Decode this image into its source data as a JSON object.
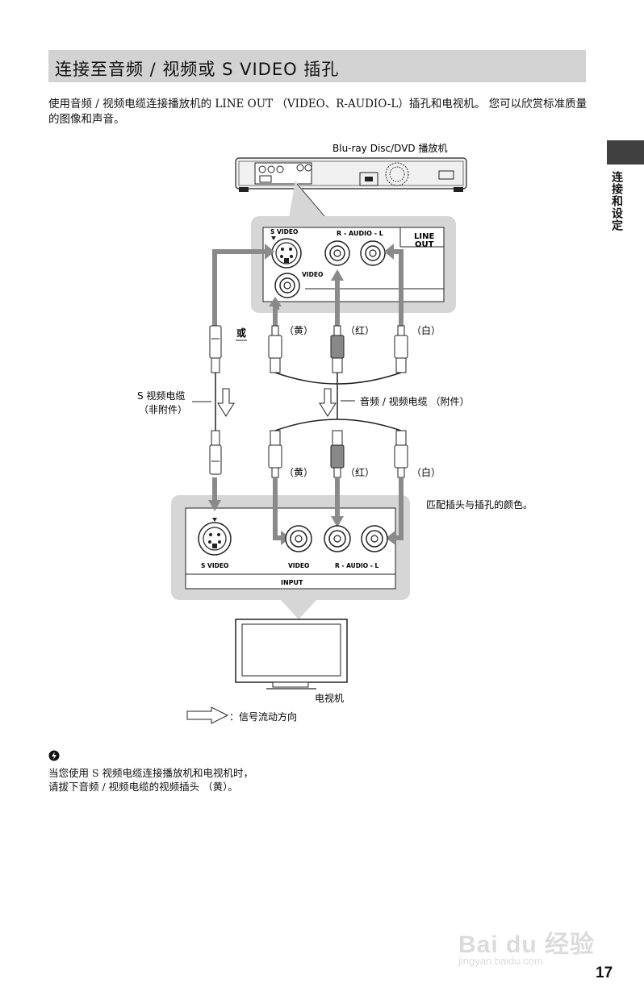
{
  "header": {
    "title": "连接至音频 / 视频或 S VIDEO 插孔"
  },
  "intro": {
    "text": "使用音频 / 视频电缆连接播放机的 LINE OUT （VIDEO、R-AUDIO-L）插孔和电视机。 您可以欣赏标准质量的图像和声音。"
  },
  "side_tab": {
    "label": "连接和设定"
  },
  "diagram": {
    "player_label": "Blu-ray Disc/DVD 播放机",
    "line_out_label_1": "LINE",
    "line_out_label_2": "OUT",
    "s_video_label": "S VIDEO",
    "audio_label": "R - AUDIO - L",
    "video_label": "VIDEO",
    "or_label": "或",
    "yellow": "（黄）",
    "red": "（红）",
    "white": "（白）",
    "s_video_cable_1": "S 视频电缆",
    "s_video_cable_2": "（非附件）",
    "av_cable": "音频 / 视频电缆 （附件）",
    "match_note": "匹配插头与插孔的颜色。",
    "tv_s_video": "S VIDEO",
    "tv_video": "VIDEO",
    "tv_audio": "R - AUDIO - L",
    "tv_input": "INPUT",
    "tv_label": "电视机",
    "legend": "：信号流动方向"
  },
  "note": {
    "line1": "当您使用 S 视频电缆连接播放机和电视机时，",
    "line2": "请拔下音频 / 视频电缆的视频插头 （黄）。"
  },
  "page_number": "17",
  "watermark": {
    "main": "Bai du 经验",
    "sub": "jingyan.baidu.com"
  }
}
